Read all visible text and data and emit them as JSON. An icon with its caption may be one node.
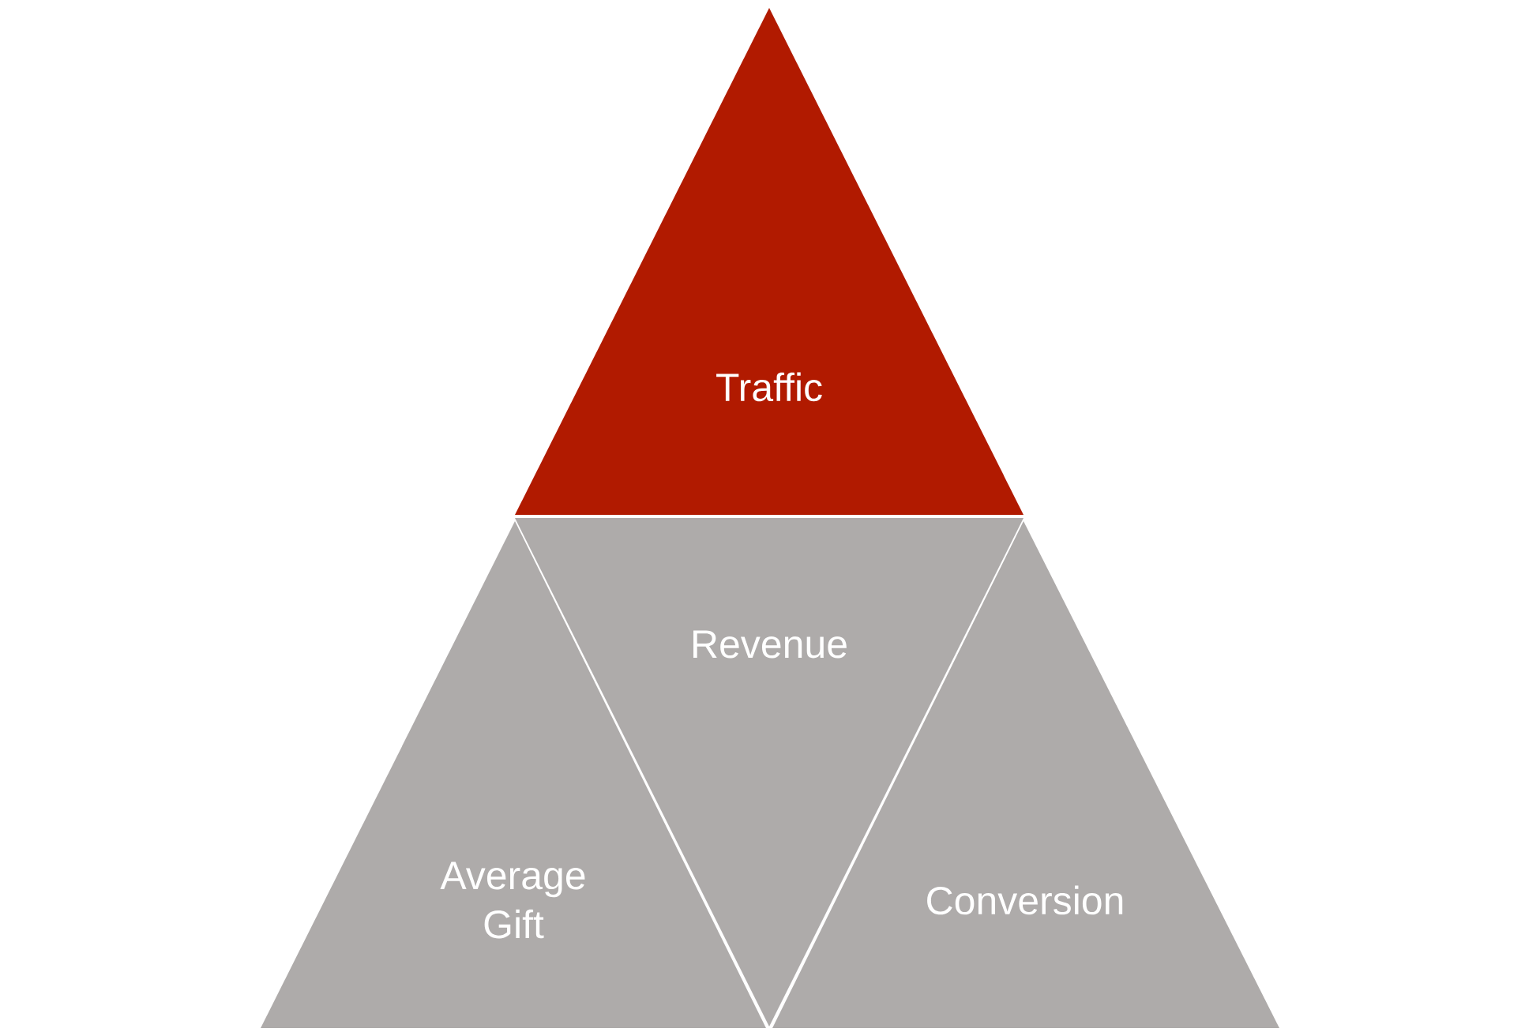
{
  "diagram": {
    "nodes": [
      {
        "text": [
          "Traffic"
        ]
      },
      {
        "text": [
          "Revenue"
        ]
      },
      {
        "text": [
          "Average Gift"
        ]
      },
      {
        "text": [
          "Conversion"
        ]
      }
    ]
  }
}
